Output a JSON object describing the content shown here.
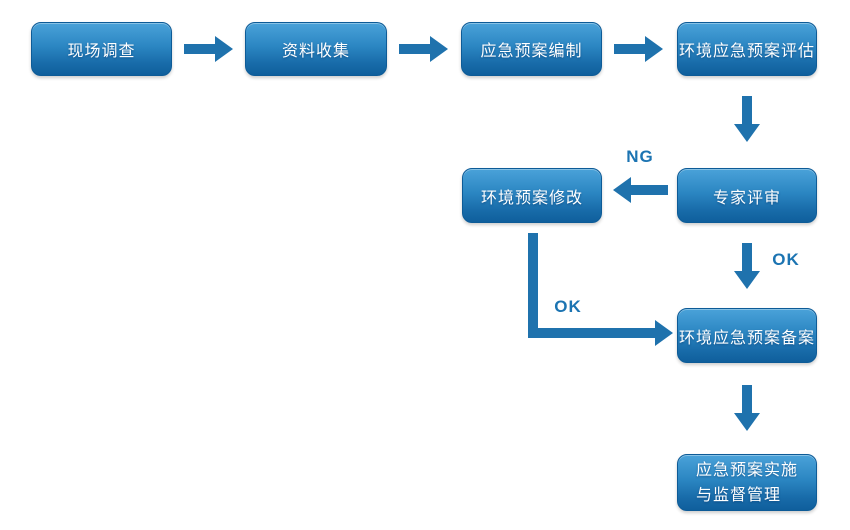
{
  "diagram": {
    "type": "flowchart",
    "nodes": [
      {
        "id": "site-survey",
        "label": "现场调查"
      },
      {
        "id": "data-collection",
        "label": "资料收集"
      },
      {
        "id": "emergency-plan-compilation",
        "label": "应急预案编制"
      },
      {
        "id": "env-emergency-plan-assessment",
        "label": "环境应急预案评估"
      },
      {
        "id": "expert-review",
        "label": "专家评审"
      },
      {
        "id": "env-plan-revision",
        "label": "环境预案修改"
      },
      {
        "id": "env-emergency-plan-filing",
        "label": "环境应急预案备案"
      },
      {
        "id": "plan-implementation-supervision",
        "label": "应急预案实施\n与监督管理"
      }
    ],
    "edges": [
      {
        "from": "site-survey",
        "to": "data-collection",
        "label": ""
      },
      {
        "from": "data-collection",
        "to": "emergency-plan-compilation",
        "label": ""
      },
      {
        "from": "emergency-plan-compilation",
        "to": "env-emergency-plan-assessment",
        "label": ""
      },
      {
        "from": "env-emergency-plan-assessment",
        "to": "expert-review",
        "label": ""
      },
      {
        "from": "expert-review",
        "to": "env-plan-revision",
        "label": "NG"
      },
      {
        "from": "expert-review",
        "to": "env-emergency-plan-filing",
        "label": "OK"
      },
      {
        "from": "env-plan-revision",
        "to": "env-emergency-plan-filing",
        "label": "OK"
      },
      {
        "from": "env-emergency-plan-filing",
        "to": "plan-implementation-supervision",
        "label": ""
      }
    ],
    "edge_labels": {
      "ng": "NG",
      "ok_review_to_filing": "OK",
      "ok_revision_to_filing": "OK"
    },
    "colors": {
      "box_gradient_top": "#4aa2d9",
      "box_gradient_bottom": "#0f5f9c",
      "box_border": "#0d5b97",
      "box_text": "#ffffff",
      "arrow": "#1f72ad",
      "edge_label_text": "#1c74b2",
      "background": "#ffffff"
    }
  }
}
